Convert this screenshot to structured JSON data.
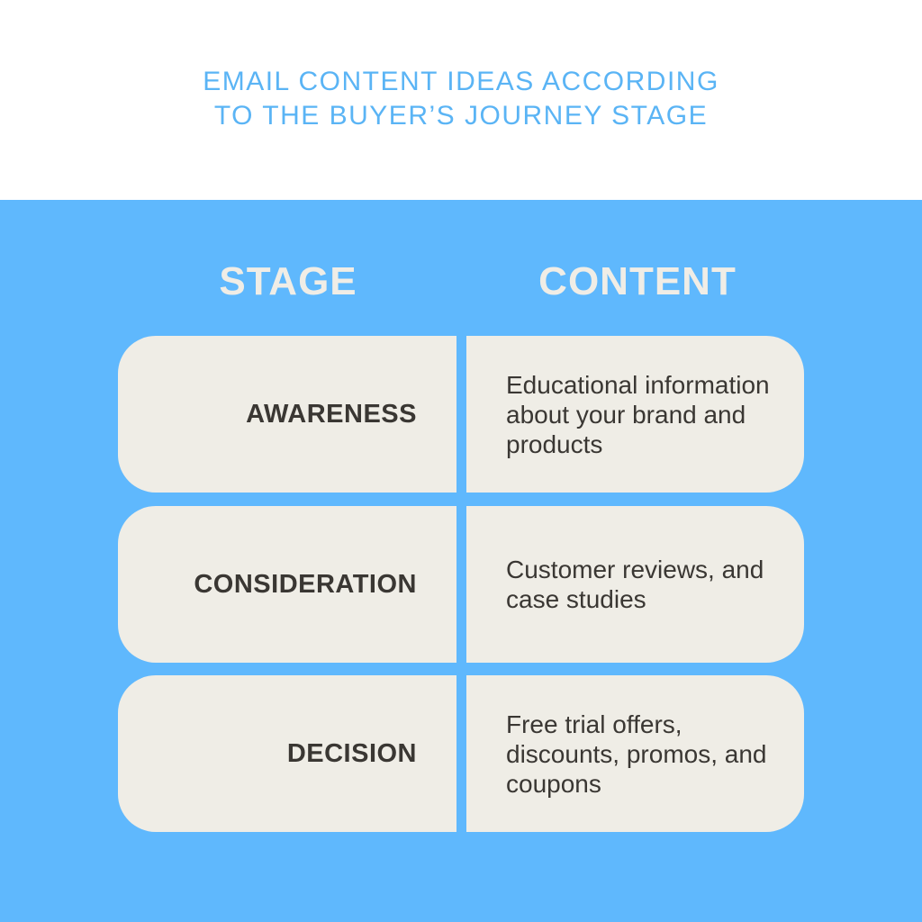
{
  "title": {
    "line1": "EMAIL CONTENT IDEAS ACCORDING",
    "line2": "TO THE BUYER’S JOURNEY STAGE"
  },
  "headers": {
    "stage": "STAGE",
    "content": "CONTENT"
  },
  "rows": [
    {
      "stage": "AWARENESS",
      "content": "Educational information about your brand and products"
    },
    {
      "stage": "CONSIDERATION",
      "content": "Customer reviews, and case studies"
    },
    {
      "stage": "DECISION",
      "content": "Free trial offers, discounts, promos, and coupons"
    }
  ],
  "colors": {
    "accent": "#5fb8fd",
    "card": "#efede6",
    "text": "#3a3733"
  }
}
